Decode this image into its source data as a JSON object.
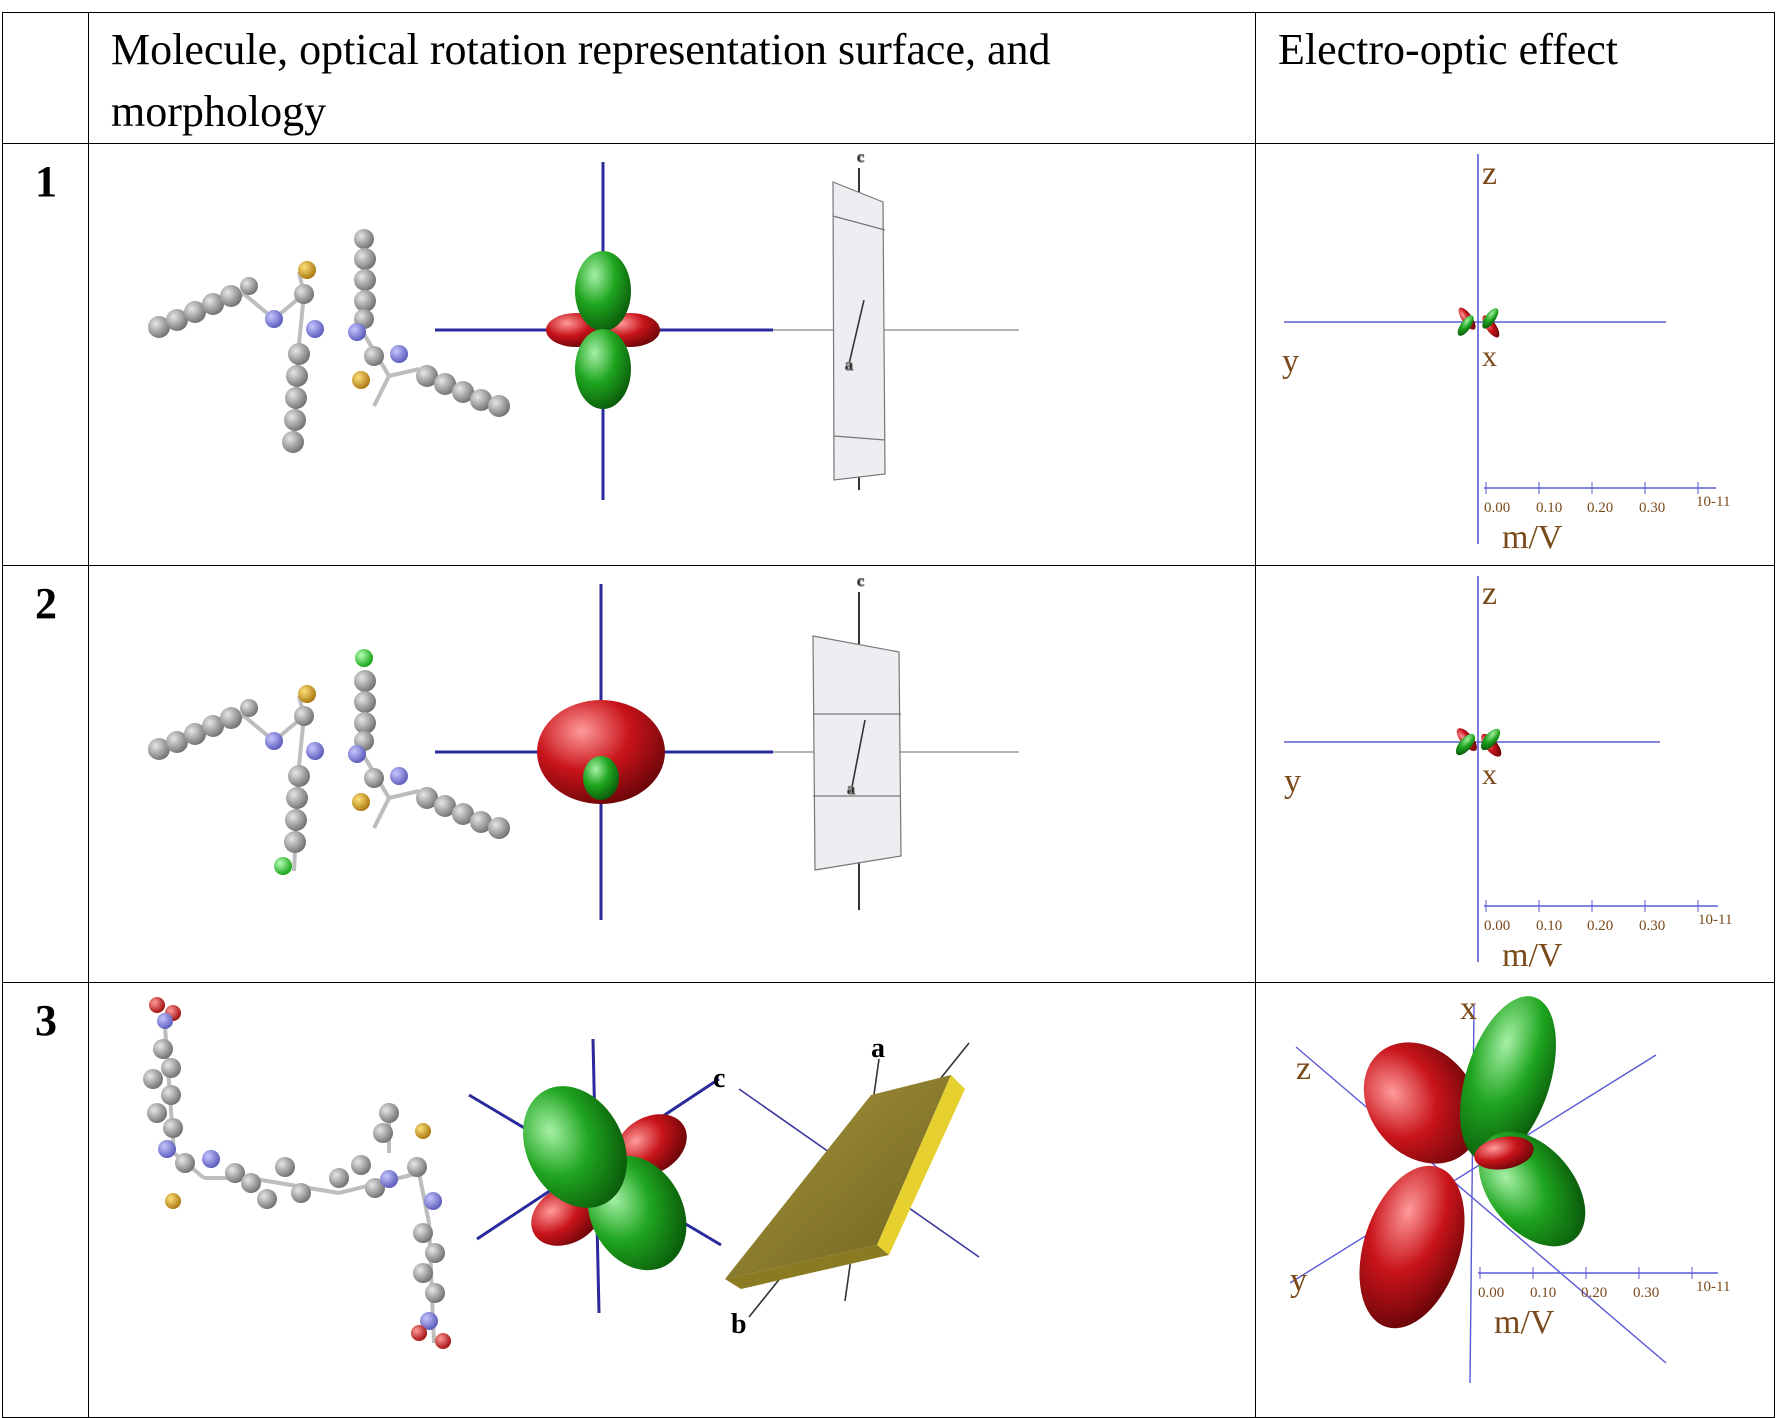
{
  "table": {
    "headers": {
      "col1": "",
      "col2_line1": "Molecule, optical rotation representation surface, and",
      "col2_line2": "morphology",
      "col3": "Electro-optic effect"
    },
    "rows": [
      {
        "num": "1",
        "crystal_axes": [
          "c",
          "a"
        ],
        "eo": {
          "axes": [
            "z",
            "y",
            "x"
          ],
          "ticks": [
            "0.00",
            "0.10",
            "0.20",
            "0.30"
          ],
          "exponent": "10-11",
          "unit": "m/V"
        }
      },
      {
        "num": "2",
        "crystal_axes": [
          "c",
          "a"
        ],
        "eo": {
          "axes": [
            "z",
            "y",
            "x"
          ],
          "ticks": [
            "0.00",
            "0.10",
            "0.20",
            "0.30"
          ],
          "exponent": "10-11",
          "unit": "m/V"
        }
      },
      {
        "num": "3",
        "crystal_axes": [
          "c",
          "a",
          "b"
        ],
        "eo": {
          "axes": [
            "x",
            "z",
            "y"
          ],
          "ticks": [
            "0.00",
            "0.10",
            "0.20",
            "0.30"
          ],
          "exponent": "10-11",
          "unit": "m/V"
        }
      }
    ]
  },
  "colors": {
    "green_lobe": "#1fa51f",
    "red_lobe": "#c8141a",
    "axis_blue": "#2a2a9c",
    "eo_axis": "#5a5ad8",
    "label_brown": "#7a4a1a",
    "carbon": "#8c8c8c",
    "nitrogen": "#7c7cd6",
    "sulfur": "#c8961e",
    "chlorine": "#1ec81e",
    "oxygen": "#c81414",
    "crystal_gold": "#b5a23a"
  }
}
